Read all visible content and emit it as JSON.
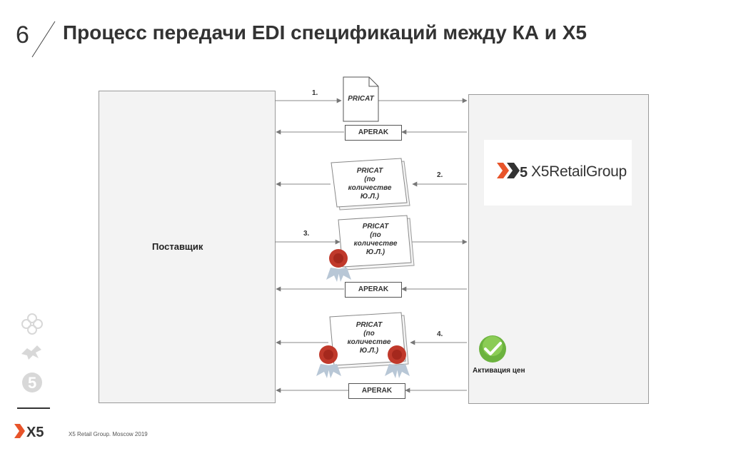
{
  "slide": {
    "number": "6",
    "title": "Процесс передачи EDI спецификаций между КА и Х5"
  },
  "diagram": {
    "supplier_label": "Поставщик",
    "x5_logo_text": "X5RetailGroup",
    "steps": [
      "1.",
      "2.",
      "3.",
      "4."
    ],
    "doc1_label": "PRICAT",
    "doc2_lines": [
      "PRICAT",
      "(по",
      "количестве",
      "Ю.Л.)"
    ],
    "doc3_lines": [
      "PRICAT",
      "(по",
      "количестве",
      "Ю.Л.)"
    ],
    "doc4_lines": [
      "PRICAT",
      "(по",
      "количестве",
      "Ю.Л.)"
    ],
    "ack_labels": [
      "APERAK",
      "APERAK",
      "APERAK"
    ],
    "activation_label": "Активация цен",
    "colors": {
      "x5_orange": "#e8542a",
      "seal_red": "#c0392b",
      "check_green": "#6cb33f",
      "lane_fill": "#f3f3f3"
    }
  },
  "footer": {
    "logo_text": "X5",
    "caption": "X5 Retail Group. Moscow 2019"
  }
}
